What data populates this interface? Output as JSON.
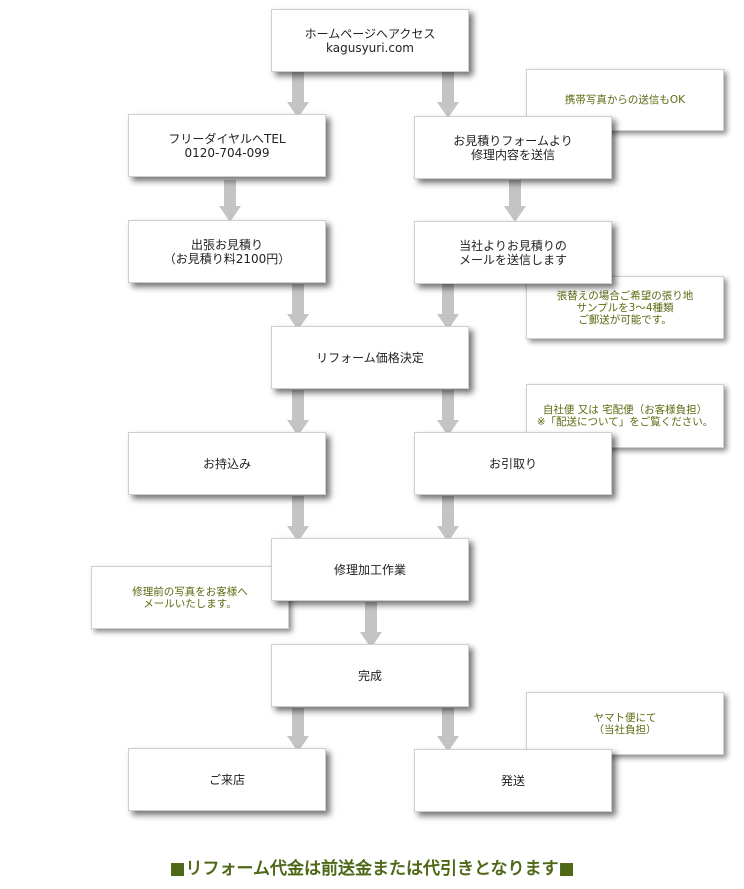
{
  "colors": {
    "arrow": "#c4c4c4",
    "note_text": "#5a6a10",
    "footer_text": "#4e6818"
  },
  "boxes": {
    "homepage": [
      "ホームページへアクセス",
      "kagusyuri.com"
    ],
    "freedial": [
      "フリーダイヤルへTEL",
      "0120-704-099"
    ],
    "estimate_form": [
      "お見積りフォームより",
      "修理内容を送信"
    ],
    "onsite_estimate": [
      "出張お見積り",
      "（お見積り料2100円）"
    ],
    "email_estimate": [
      "当社よりお見積りの",
      "メールを送信します"
    ],
    "price_decision": [
      "リフォーム価格決定"
    ],
    "bring_in": [
      "お持込み"
    ],
    "pickup": [
      "お引取り"
    ],
    "repair_work": [
      "修理加工作業"
    ],
    "complete": [
      "完成"
    ],
    "visit_store": [
      "ご来店"
    ],
    "shipping": [
      "発送"
    ]
  },
  "notes": {
    "photo_ok": [
      "携帯写真からの送信もOK"
    ],
    "fabric_samples": [
      "張替えの場合ご希望の張り地",
      "サンプルを3～4種類",
      "ご郵送が可能です。"
    ],
    "delivery": [
      "自社便 又は 宅配便（お客様負担）",
      "※「配送について」をご覧ください。"
    ],
    "photos_before": [
      "修理前の写真をお客様へ",
      "メールいたします。"
    ],
    "yamato": [
      "ヤマト便にて",
      "（当社負担）"
    ]
  },
  "footer": "■リフォーム代金は前送金または代引きとなります■"
}
